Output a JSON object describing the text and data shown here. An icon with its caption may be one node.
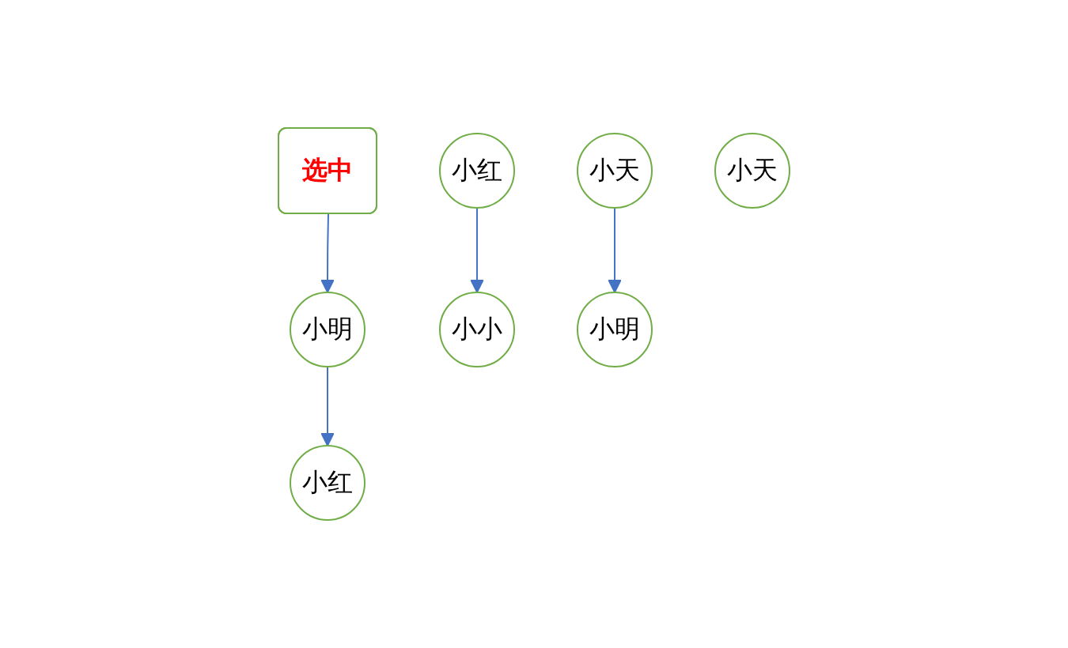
{
  "diagram": {
    "nodes": [
      {
        "text": [
          "选中"
        ]
      },
      {
        "text": [
          "小红"
        ]
      },
      {
        "text": [
          "小明"
        ]
      },
      {
        "text": [
          "小天"
        ]
      },
      {
        "text": [
          "小小"
        ]
      },
      {
        "text": [
          "小红"
        ]
      },
      {
        "text": [
          "小明"
        ]
      },
      {
        "text": [
          "小天"
        ]
      }
    ],
    "edges": [
      {
        "from": 0,
        "to": 2,
        "arrow": "to"
      },
      {
        "from": 1,
        "to": 4,
        "arrow": "to"
      },
      {
        "from": 2,
        "to": 5,
        "arrow": "to"
      },
      {
        "from": 3,
        "to": 6,
        "arrow": "to"
      }
    ]
  }
}
